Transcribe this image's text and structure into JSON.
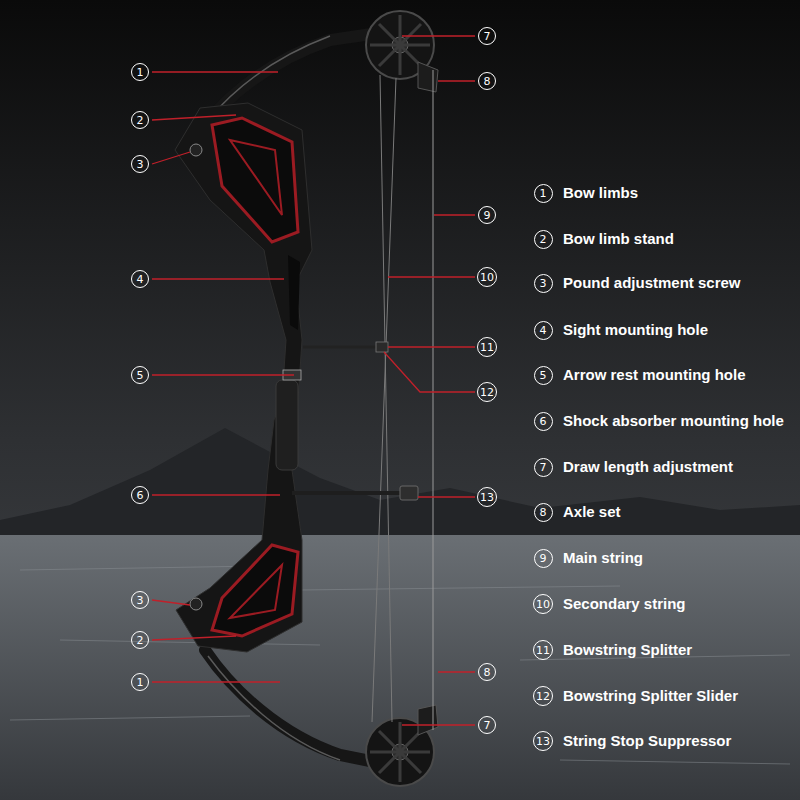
{
  "diagram": {
    "nodes": [
      {
        "text": [
          "1"
        ]
      },
      {
        "text": [
          "2"
        ]
      },
      {
        "text": [
          "3"
        ]
      },
      {
        "text": [
          "4"
        ]
      },
      {
        "text": [
          "5"
        ]
      },
      {
        "text": [
          "6"
        ]
      },
      {
        "text": [
          "3"
        ]
      },
      {
        "text": [
          "2"
        ]
      },
      {
        "text": [
          "1"
        ]
      },
      {
        "text": [
          "7"
        ]
      },
      {
        "text": [
          "8"
        ]
      },
      {
        "text": [
          "9"
        ]
      },
      {
        "text": [
          "10"
        ]
      },
      {
        "text": [
          "11"
        ]
      },
      {
        "text": [
          "12"
        ]
      },
      {
        "text": [
          "13"
        ]
      },
      {
        "text": [
          "8"
        ]
      },
      {
        "text": [
          "7"
        ]
      },
      {
        "text": [
          "1"
        ]
      },
      {
        "text": [
          "2"
        ]
      },
      {
        "text": [
          "3"
        ]
      },
      {
        "text": [
          "4"
        ]
      },
      {
        "text": [
          "5"
        ]
      },
      {
        "text": [
          "6"
        ]
      },
      {
        "text": [
          "7"
        ]
      },
      {
        "text": [
          "8"
        ]
      },
      {
        "text": [
          "9"
        ]
      },
      {
        "text": [
          "10"
        ]
      },
      {
        "text": [
          "11"
        ]
      },
      {
        "text": [
          "12"
        ]
      },
      {
        "text": [
          "13"
        ]
      }
    ],
    "labels": [
      "Bow limbs",
      "Bow limb stand",
      "Pound adjustment screw",
      "Sight mounting hole",
      "Arrow rest mounting hole",
      "Shock absorber mounting hole",
      "Draw length adjustment",
      "Axle set",
      "Main string",
      "Secondary string",
      "Bowstring Splitter",
      "Bowstring Splitter Slider",
      "String Stop Suppressor"
    ]
  }
}
